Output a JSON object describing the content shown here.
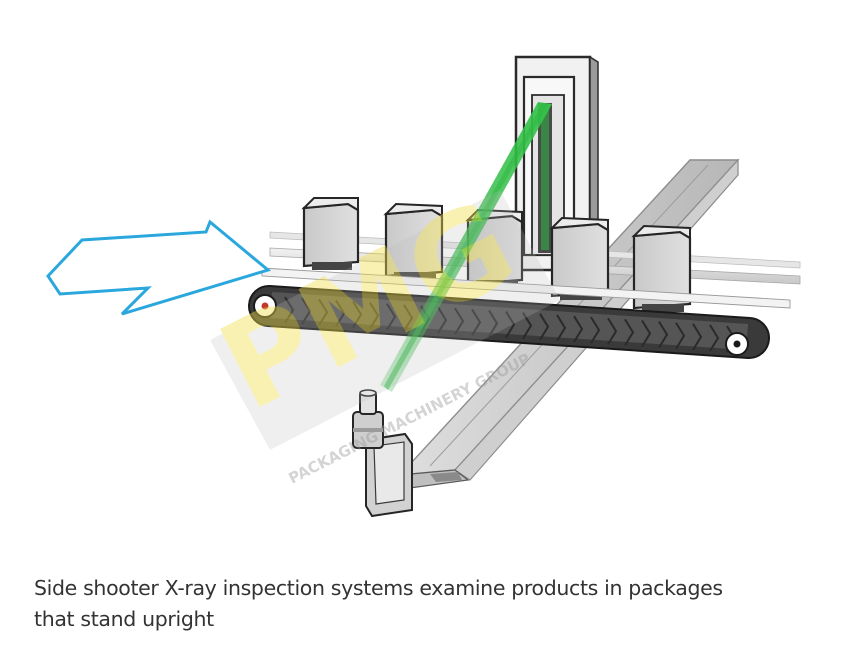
{
  "caption": {
    "line1": "Side shooter X-ray inspection systems examine products in packages",
    "line2": "that stand upright"
  },
  "watermark": {
    "logo_letters": "PMG",
    "text": "PACKAGING MACHINERY GROUP"
  },
  "colors": {
    "arrow_outline": "#2aa7dd",
    "xray_beam": "#2db842",
    "belt": "#3a3a3a",
    "product_fill": "#d4d4d4",
    "frame_fill": "#dcdcdc",
    "watermark_yellow": "#f2e04a",
    "watermark_gray": "#bcbcbc"
  },
  "icons": {
    "flow_direction": "arrow-right-outline-icon",
    "xray_source": "xray-emitter-icon",
    "xray_detector": "xray-detector-icon"
  }
}
